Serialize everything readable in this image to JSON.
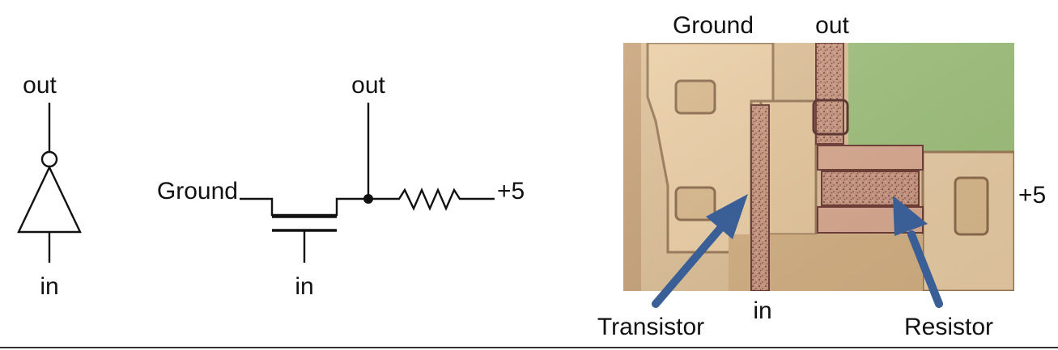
{
  "inverter_symbol": {
    "output_label": "out",
    "input_label": "in"
  },
  "transistor_schematic": {
    "output_label": "out",
    "ground_label": "Ground",
    "supply_label": "+5",
    "input_label": "in"
  },
  "die_photo": {
    "top_labels": [
      "Ground",
      "out"
    ],
    "right_label": "+5",
    "bottom_label": "in",
    "callouts": [
      "Transistor",
      "Resistor"
    ],
    "colors": {
      "arrow": "#3a5f96",
      "metal": "#e4c79e",
      "polysilicon": "#c08d78",
      "substrate": "#9ec07b"
    }
  }
}
